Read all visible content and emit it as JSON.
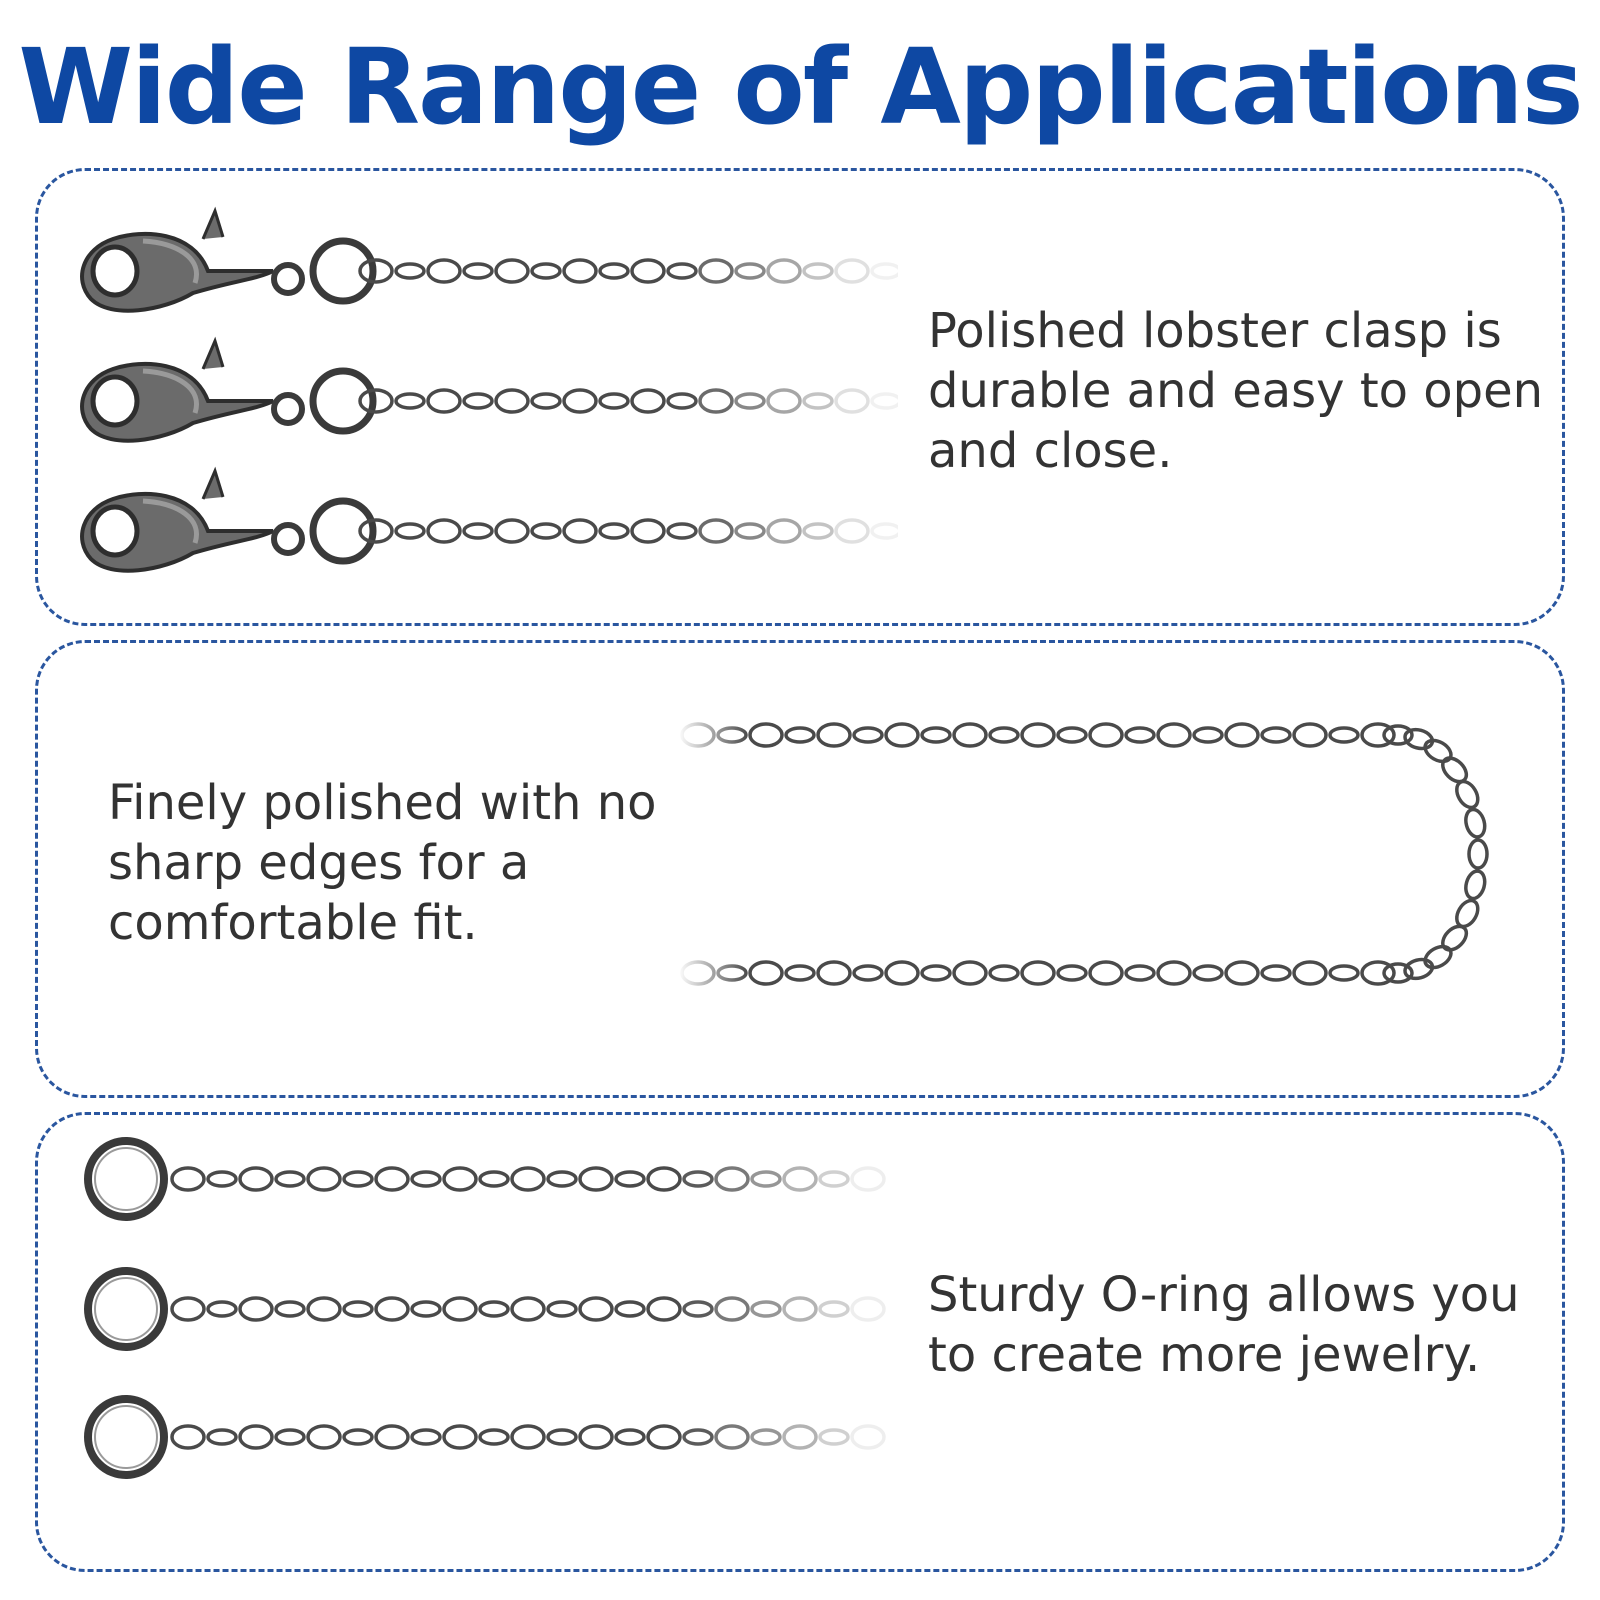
{
  "header": {
    "title": "Wide Range of Applications",
    "title_color": "#0e48a3"
  },
  "panels": [
    {
      "caption": "Polished lobster clasp is durable and easy to open and close.",
      "image": "lobster-clasp-chain-icon"
    },
    {
      "caption": "Finely polished with no sharp edges for a comfortable fit.",
      "image": "curved-chain-icon"
    },
    {
      "caption": "Sturdy O-ring allows you to create more jewelry.",
      "image": "o-ring-chain-icon"
    }
  ],
  "colors": {
    "border": "#2a569f",
    "caption": "#333333",
    "metal": "#5a5a5a"
  }
}
